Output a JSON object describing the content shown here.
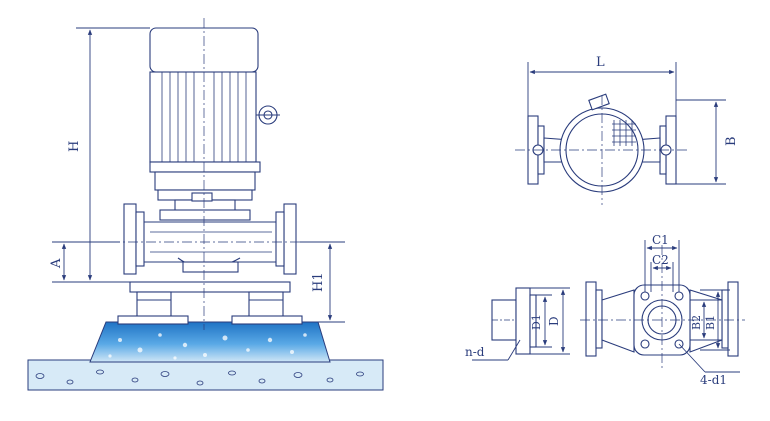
{
  "colors": {
    "line": "#2a3c7c",
    "water_light": "#a9d6f3",
    "water_dark": "#1f73c4",
    "ground": "#cfe6f6"
  },
  "labels": {
    "H": "H",
    "A": "A",
    "H1": "H1",
    "L": "L",
    "B": "B",
    "C1": "C1",
    "C2": "C2",
    "D1": "D1",
    "D": "D",
    "B2": "B2",
    "B1": "B1",
    "n_d": "n-d",
    "four_d1": "4-d1"
  }
}
